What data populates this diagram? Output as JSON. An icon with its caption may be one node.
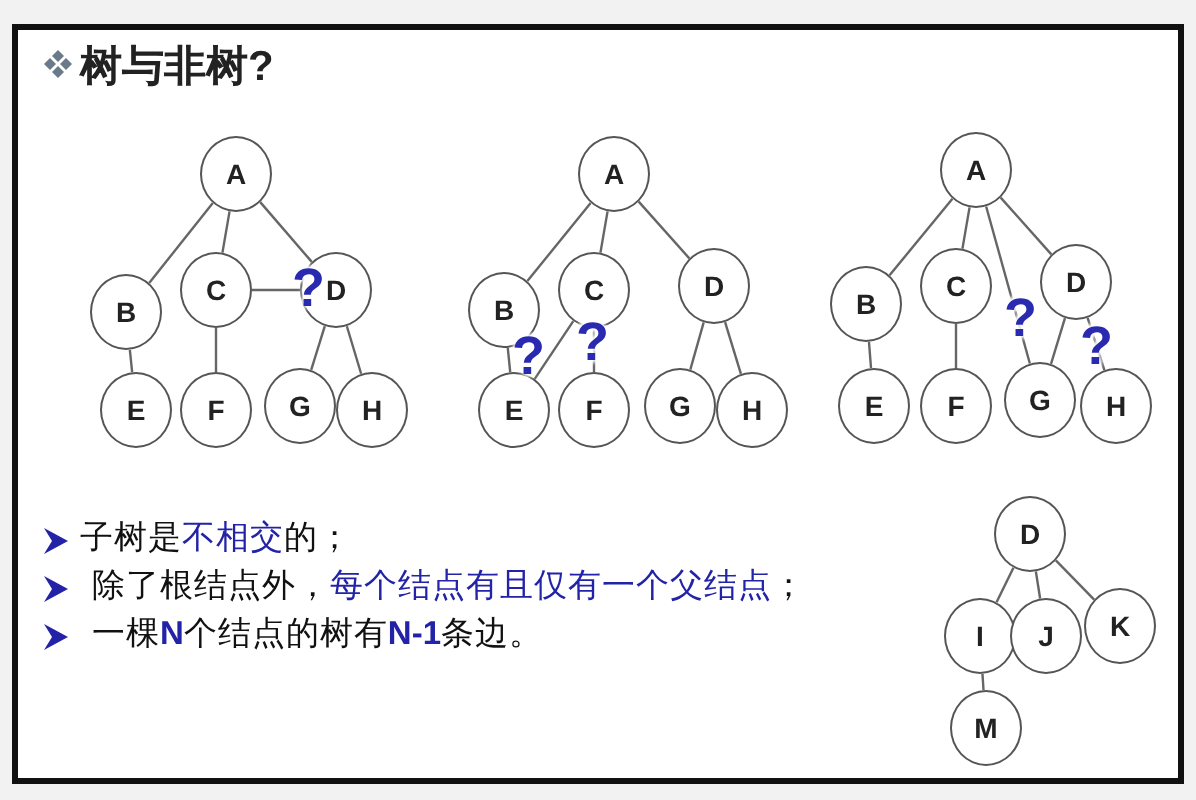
{
  "diagram": {
    "title": "树与非树?",
    "nodes": [
      {
        "text": [
          "A"
        ]
      },
      {
        "text": [
          "B"
        ]
      },
      {
        "text": [
          "C"
        ]
      },
      {
        "text": [
          "D"
        ]
      },
      {
        "text": [
          "E"
        ]
      },
      {
        "text": [
          "F"
        ]
      },
      {
        "text": [
          "G"
        ]
      },
      {
        "text": [
          "H"
        ]
      },
      {
        "text": [
          "A"
        ]
      },
      {
        "text": [
          "B"
        ]
      },
      {
        "text": [
          "C"
        ]
      },
      {
        "text": [
          "D"
        ]
      },
      {
        "text": [
          "E"
        ]
      },
      {
        "text": [
          "F"
        ]
      },
      {
        "text": [
          "G"
        ]
      },
      {
        "text": [
          "H"
        ]
      },
      {
        "text": [
          "A"
        ]
      },
      {
        "text": [
          "B"
        ]
      },
      {
        "text": [
          "C"
        ]
      },
      {
        "text": [
          "D"
        ]
      },
      {
        "text": [
          "E"
        ]
      },
      {
        "text": [
          "F"
        ]
      },
      {
        "text": [
          "G"
        ]
      },
      {
        "text": [
          "H"
        ]
      },
      {
        "text": [
          "D"
        ]
      },
      {
        "text": [
          "I"
        ]
      },
      {
        "text": [
          "J"
        ]
      },
      {
        "text": [
          "K"
        ]
      },
      {
        "text": [
          "M"
        ]
      }
    ],
    "edges": [
      {
        "from": 0,
        "to": 1,
        "arrow": "none"
      },
      {
        "from": 0,
        "to": 2,
        "arrow": "none"
      },
      {
        "from": 0,
        "to": 3,
        "arrow": "none"
      },
      {
        "from": 1,
        "to": 4,
        "arrow": "none"
      },
      {
        "from": 2,
        "to": 5,
        "arrow": "none"
      },
      {
        "from": 2,
        "to": 3,
        "arrow": "none"
      },
      {
        "from": 3,
        "to": 6,
        "arrow": "none"
      },
      {
        "from": 3,
        "to": 7,
        "arrow": "none"
      },
      {
        "from": 8,
        "to": 9,
        "arrow": "none"
      },
      {
        "from": 8,
        "to": 10,
        "arrow": "none"
      },
      {
        "from": 8,
        "to": 11,
        "arrow": "none"
      },
      {
        "from": 9,
        "to": 12,
        "arrow": "none"
      },
      {
        "from": 10,
        "to": 12,
        "arrow": "none"
      },
      {
        "from": 10,
        "to": 13,
        "arrow": "none"
      },
      {
        "from": 11,
        "to": 14,
        "arrow": "none"
      },
      {
        "from": 11,
        "to": 15,
        "arrow": "none"
      },
      {
        "from": 16,
        "to": 17,
        "arrow": "none"
      },
      {
        "from": 16,
        "to": 18,
        "arrow": "none"
      },
      {
        "from": 16,
        "to": 22,
        "arrow": "none"
      },
      {
        "from": 16,
        "to": 19,
        "arrow": "none"
      },
      {
        "from": 17,
        "to": 20,
        "arrow": "none"
      },
      {
        "from": 18,
        "to": 21,
        "arrow": "none"
      },
      {
        "from": 19,
        "to": 22,
        "arrow": "none"
      },
      {
        "from": 19,
        "to": 23,
        "arrow": "none"
      },
      {
        "from": 24,
        "to": 25,
        "arrow": "none"
      },
      {
        "from": 24,
        "to": 26,
        "arrow": "none"
      },
      {
        "from": 24,
        "to": 27,
        "arrow": "none"
      },
      {
        "from": 25,
        "to": 28,
        "arrow": "none"
      }
    ],
    "labels": [
      "?",
      "?",
      "?",
      "?",
      "?",
      "子树是**不相交**的；",
      "除了根结点外，**每个结点有且仅有一个父结点**；",
      "一棵**N**个结点的树有**N-1**条边。"
    ]
  }
}
